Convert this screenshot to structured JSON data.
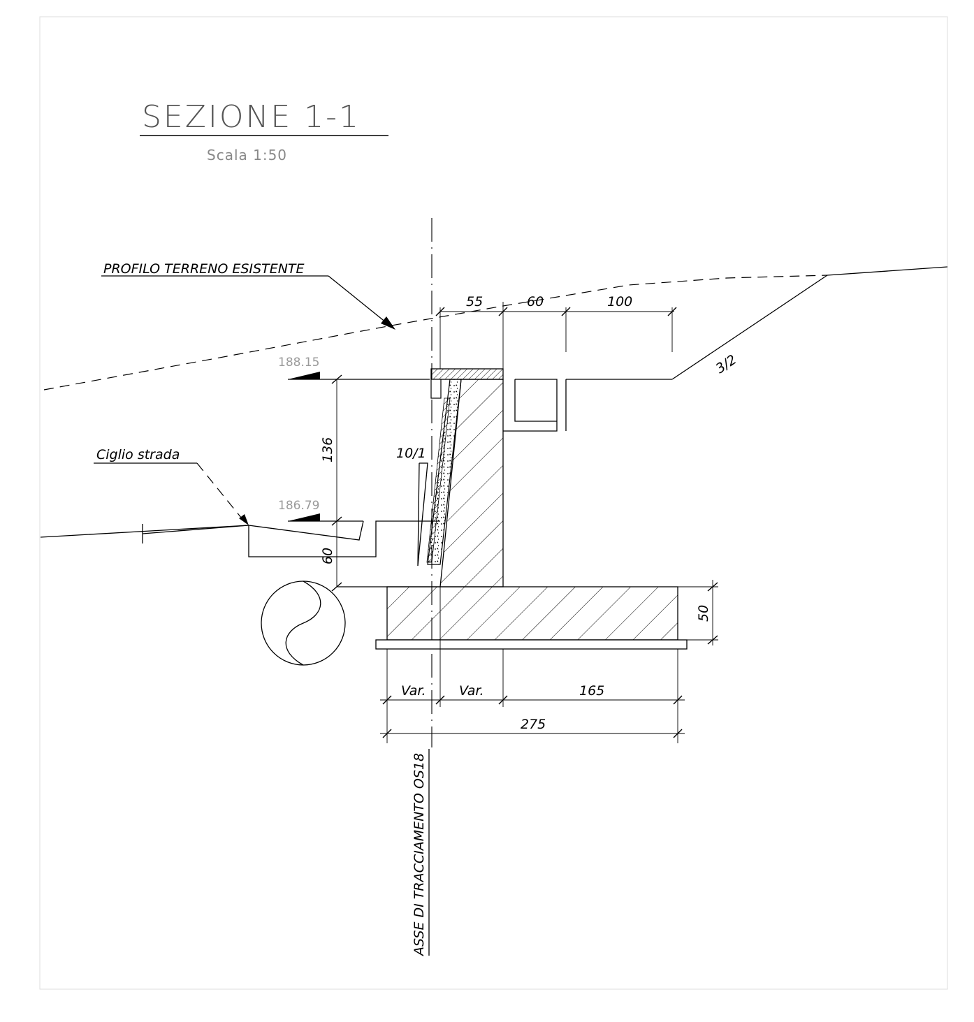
{
  "title": "SEZIONE 1-1",
  "scale": "Scala 1:50",
  "labels": {
    "ground_profile": "PROFILO TERRENO ESISTENTE",
    "road_edge": "Ciglio strada",
    "axis": "ASSE DI TRACCIAMENTO OS18",
    "slope_ratio": "3/2",
    "batter": "10/1"
  },
  "elevations": {
    "top": "188.15",
    "bottom": "186.79"
  },
  "dimensions": {
    "top_a": "55",
    "top_b": "60",
    "top_c": "100",
    "height_wall": "136",
    "height_lower": "60",
    "footing_thickness": "50",
    "bottom_var1": "Var.",
    "bottom_var2": "Var.",
    "bottom_heel": "165",
    "bottom_total": "275"
  },
  "colors": {
    "line": "#000000",
    "frame": "#dcdcdc",
    "title": "#555555",
    "elevation_text": "#9a9a9a"
  }
}
